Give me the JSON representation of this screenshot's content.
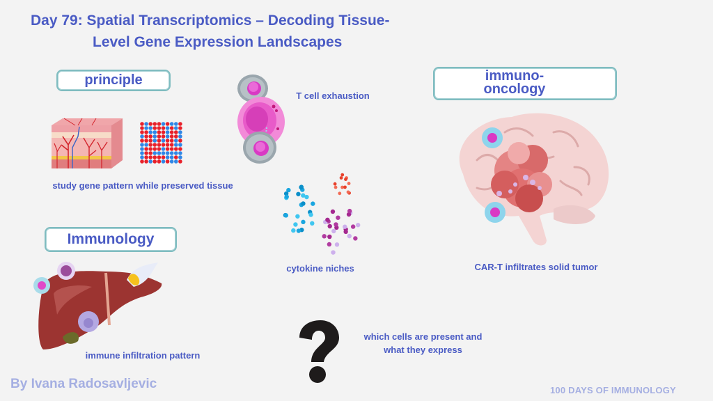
{
  "title": {
    "line1": "Day 79: Spatial Transcriptomics – Decoding Tissue-",
    "line2": "Level Gene Expression Landscapes"
  },
  "sections": {
    "principle": {
      "heading": "principle",
      "caption": "study gene pattern while preserved tissue",
      "illustrations": [
        "skin-tissue-block",
        "gene-dot-grid"
      ]
    },
    "t_cell": {
      "caption": "T cell exhaustion",
      "illustration": "t-cell-interaction"
    },
    "cytokine": {
      "caption": "cytokine niches",
      "illustration": "cytokine-dot-clusters"
    },
    "immuno_oncology": {
      "heading_line1": "immuno-",
      "heading_line2": "oncology",
      "caption": "CAR-T infiltrates solid tumor",
      "illustration": "brain-tumor-car-t"
    },
    "immunology": {
      "heading": "Immunology",
      "caption": "immune infiltration pattern",
      "illustration": "liver-immune-cells"
    },
    "question": {
      "caption_line1": "which cells are present and",
      "caption_line2": "what they express",
      "icon": "question-mark-icon"
    }
  },
  "footer": {
    "author": "By Ivana Radosavljevic",
    "series": "100 DAYS OF IMMUNOLOGY"
  },
  "colors": {
    "accent_text": "#4a5bc4",
    "footer_text": "#a5afe2",
    "pill_border": "#7fbcc0",
    "background": "#f3f3f3",
    "gene_red": "#e8202a",
    "gene_blue": "#2f86e6"
  }
}
